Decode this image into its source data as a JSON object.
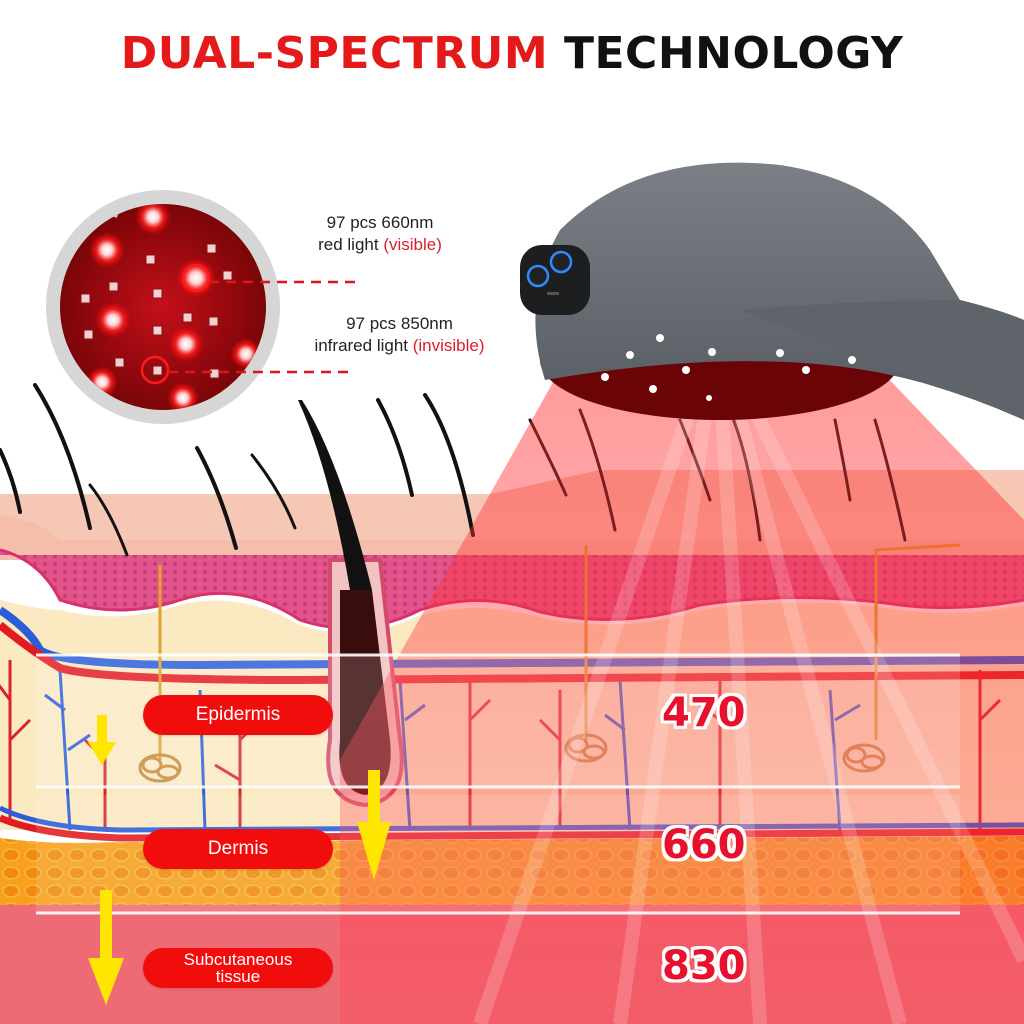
{
  "title": {
    "part1": "DUAL-SPECTRUM",
    "part2": "TECHNOLOGY",
    "part1_color": "#e41a1a",
    "part2_color": "#111111"
  },
  "led_specs": [
    {
      "line1": "97 pcs 660nm",
      "line2_prefix": "red light ",
      "line2_highlight": "(visible)"
    },
    {
      "line1": "97 pcs 850nm",
      "line2_prefix": "infrared light ",
      "line2_highlight": "(invisible)"
    }
  ],
  "skin_layers": [
    {
      "label": "Epidermis",
      "value": "470"
    },
    {
      "label": "Dermis",
      "value": "660"
    },
    {
      "label_line1": "Subcutaneous",
      "label_line2": "tissue",
      "value": "830"
    }
  ],
  "colors": {
    "accent_red": "#f20d0d",
    "number_red": "#e8112d",
    "arrow_yellow": "#ffe600",
    "cap_gray": "#6b6f76"
  },
  "icons": [
    "led-closeup-lens",
    "led-cap-image",
    "control-button-icon",
    "down-arrow-icon"
  ]
}
